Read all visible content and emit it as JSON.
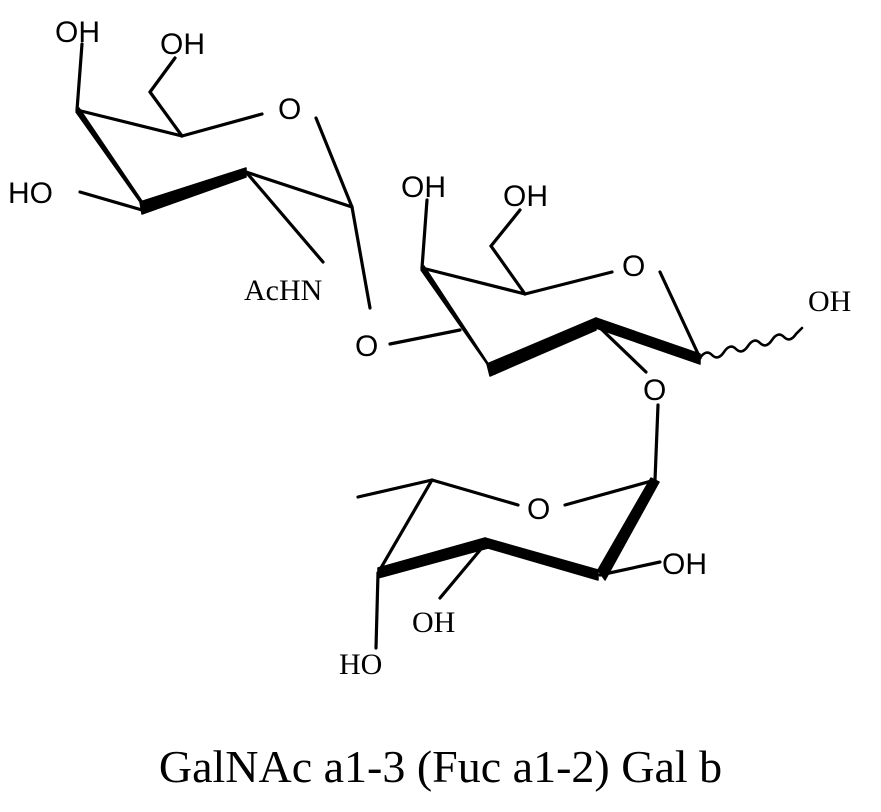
{
  "labels": {
    "galnac": {
      "oh4": "OH",
      "oh6": "OH",
      "ring_o": "O",
      "oh3": "HO",
      "nhac": "AcHN"
    },
    "link_o13": "O",
    "gal": {
      "oh4": "OH",
      "oh6": "OH",
      "ring_o": "O",
      "anomeric_oh": "OH"
    },
    "link_o12": "O",
    "fuc": {
      "ring_o": "O",
      "oh2": "OH",
      "oh3": "OH",
      "oh4": "HO"
    }
  },
  "caption": "GalNAc a1-3 (Fuc a1-2) Gal b"
}
